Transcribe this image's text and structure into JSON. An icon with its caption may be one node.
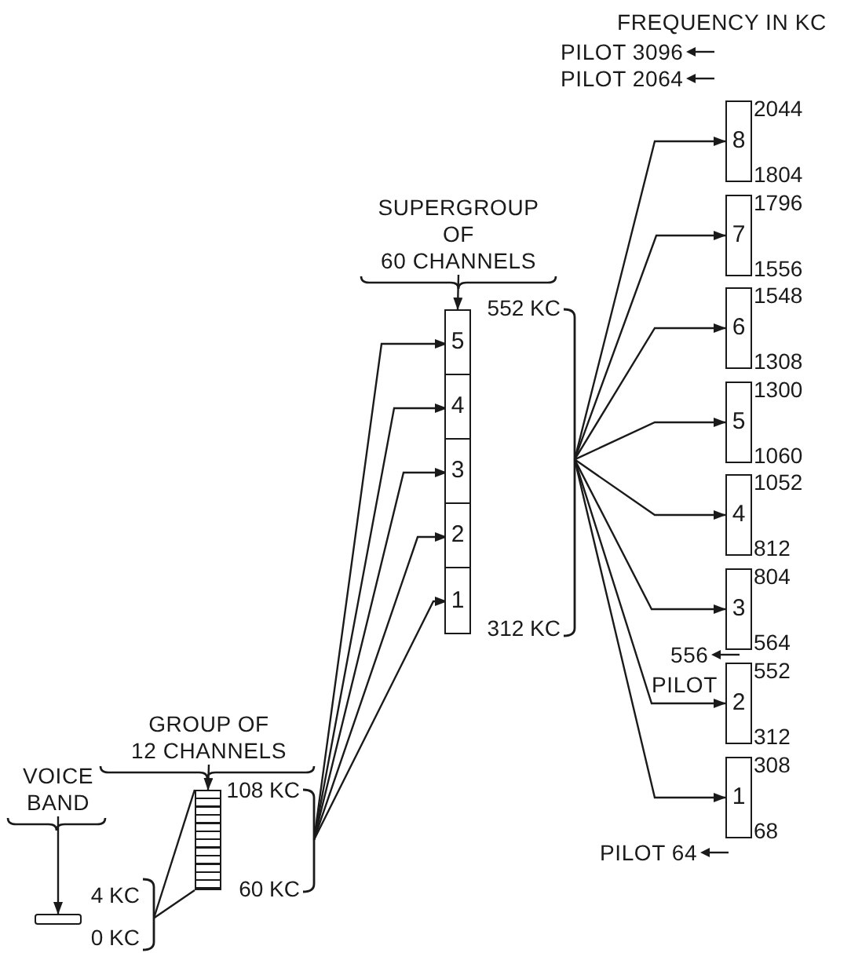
{
  "diagram": {
    "nodes": [
      {
        "text": [
          "VOICE BAND"
        ]
      },
      {
        "text": [],
        "shape": "bar"
      },
      {
        "text": [],
        "shape": "bracket",
        "beside": [
          "4 KC",
          "0 KC"
        ]
      },
      {
        "text": [
          "GROUP OF 12 CHANNELS"
        ]
      },
      {
        "text": [],
        "shape": "box"
      },
      {
        "text": [],
        "shape": "bracket",
        "beside": [
          "108 KC",
          "60 KC"
        ]
      },
      {
        "text": [
          "SUPERGROUP OF 60 CHANNELS"
        ]
      },
      {
        "text": [],
        "shape": "box"
      },
      {
        "text": [
          "5"
        ],
        "in": 7
      },
      {
        "text": [
          "4"
        ],
        "in": 7
      },
      {
        "text": [
          "3"
        ],
        "in": 7
      },
      {
        "text": [
          "2"
        ],
        "in": 7
      },
      {
        "text": [
          "1"
        ],
        "in": 7
      },
      {
        "text": [],
        "shape": "bracket",
        "beside": [
          "552 KC",
          "312 KC"
        ]
      },
      {
        "text": [
          "8"
        ],
        "beside": [
          "2044",
          "1804"
        ]
      },
      {
        "text": [
          "7"
        ],
        "beside": [
          "1796",
          "1556"
        ]
      },
      {
        "text": [
          "6"
        ],
        "beside": [
          "1548",
          "1308"
        ]
      },
      {
        "text": [
          "5"
        ],
        "beside": [
          "1300",
          "1060"
        ]
      },
      {
        "text": [
          "4"
        ],
        "beside": [
          "1052",
          "812"
        ]
      },
      {
        "text": [
          "3"
        ],
        "beside": [
          "804",
          "564"
        ]
      },
      {
        "text": [
          "2"
        ],
        "beside": [
          "552",
          "312"
        ]
      },
      {
        "text": [
          "1"
        ],
        "beside": [
          "308",
          "68"
        ]
      }
    ],
    "edges": [
      {
        "from": 0,
        "to": 1,
        "arrow": "to"
      },
      {
        "from": 2,
        "to": 4,
        "arrow": "none"
      },
      {
        "from": 2,
        "to": 4,
        "arrow": "none"
      },
      {
        "from": 3,
        "to": 4,
        "arrow": "to"
      },
      {
        "from": 5,
        "to": 8,
        "arrow": "to"
      },
      {
        "from": 5,
        "to": 9,
        "arrow": "to"
      },
      {
        "from": 5,
        "to": 10,
        "arrow": "to"
      },
      {
        "from": 5,
        "to": 11,
        "arrow": "to"
      },
      {
        "from": 5,
        "to": 12,
        "arrow": "to"
      },
      {
        "from": 6,
        "to": 7,
        "arrow": "to"
      },
      {
        "from": 13,
        "to": 14,
        "arrow": "to"
      },
      {
        "from": 13,
        "to": 15,
        "arrow": "to"
      },
      {
        "from": 13,
        "to": 16,
        "arrow": "to"
      },
      {
        "from": 13,
        "to": 17,
        "arrow": "to"
      },
      {
        "from": 13,
        "to": 18,
        "arrow": "to"
      },
      {
        "from": 13,
        "to": 19,
        "arrow": "to"
      },
      {
        "from": 13,
        "to": 20,
        "arrow": "to"
      },
      {
        "from": 13,
        "to": 21,
        "arrow": "to"
      }
    ],
    "labels": [
      "FREQUENCY IN KC",
      "PILOT 3096",
      "PILOT 2064",
      "556",
      "PILOT",
      "PILOT 64"
    ]
  }
}
